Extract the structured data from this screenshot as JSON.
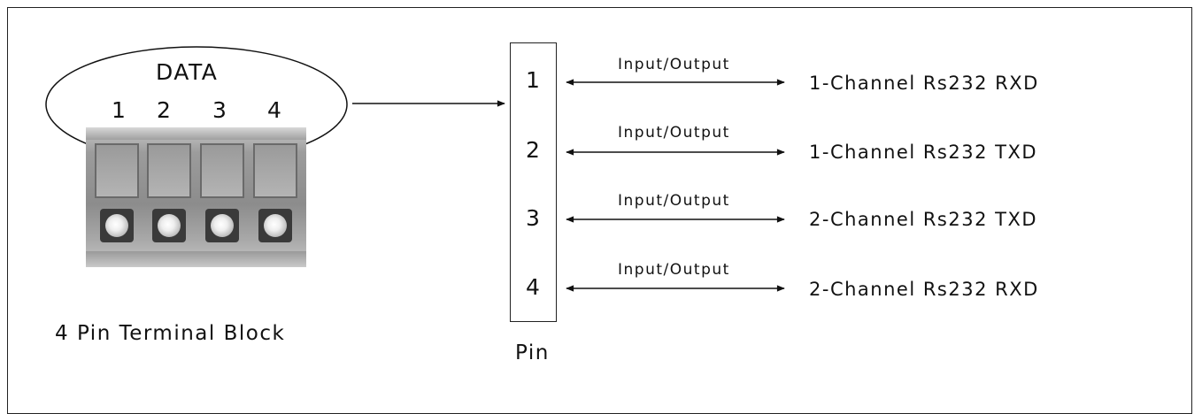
{
  "terminal": {
    "data_label": "DATA",
    "pin_numbers": [
      "1",
      "2",
      "3",
      "4"
    ],
    "caption": "4 Pin Terminal Block"
  },
  "pin_box": {
    "numbers": [
      "1",
      "2",
      "3",
      "4"
    ],
    "caption": "Pin"
  },
  "connections": [
    {
      "label": "Input/Output",
      "target": "1-Channel Rs232 RXD"
    },
    {
      "label": "Input/Output",
      "target": "1-Channel Rs232 TXD"
    },
    {
      "label": "Input/Output",
      "target": "2-Channel Rs232 TXD"
    },
    {
      "label": "Input/Output",
      "target": "2-Channel Rs232 RXD"
    }
  ],
  "colors": {
    "line": "#111111",
    "block_gray": "#8c8c8c"
  }
}
